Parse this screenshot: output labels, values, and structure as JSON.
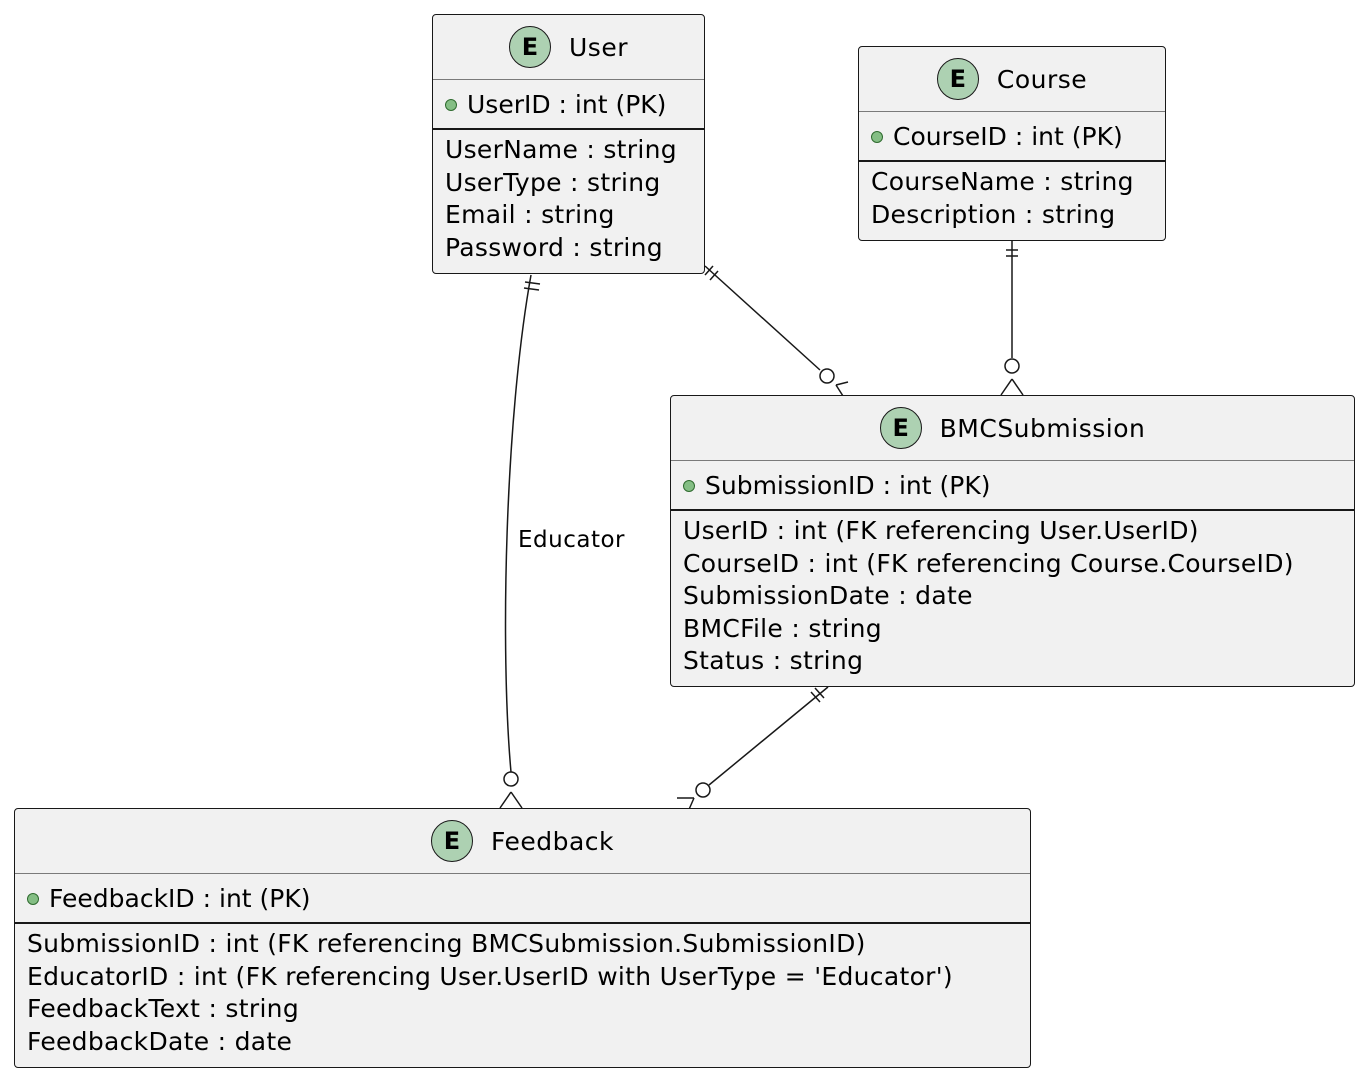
{
  "entities": {
    "user": {
      "badge": "E",
      "name": "User",
      "pk": "UserID : int (PK)",
      "fields": [
        "UserName : string",
        "UserType : string",
        "Email : string",
        "Password : string"
      ]
    },
    "course": {
      "badge": "E",
      "name": "Course",
      "pk": "CourseID : int (PK)",
      "fields": [
        "CourseName : string",
        "Description : string"
      ]
    },
    "bmc": {
      "badge": "E",
      "name": "BMCSubmission",
      "pk": "SubmissionID : int (PK)",
      "fields": [
        "UserID : int (FK referencing User.UserID)",
        "CourseID : int (FK referencing Course.CourseID)",
        "SubmissionDate : date",
        "BMCFile : string",
        "Status : string"
      ]
    },
    "feedback": {
      "badge": "E",
      "name": "Feedback",
      "pk": "FeedbackID : int (PK)",
      "fields": [
        "SubmissionID : int (FK referencing BMCSubmission.SubmissionID)",
        "EducatorID : int (FK referencing User.UserID with UserType = 'Educator')",
        "FeedbackText : string",
        "FeedbackDate : date"
      ]
    }
  },
  "relationships": [
    {
      "from": "User",
      "to": "BMCSubmission",
      "from_card": "exactly-one",
      "to_card": "zero-or-many",
      "label": ""
    },
    {
      "from": "Course",
      "to": "BMCSubmission",
      "from_card": "exactly-one",
      "to_card": "zero-or-many",
      "label": ""
    },
    {
      "from": "User",
      "to": "Feedback",
      "from_card": "exactly-one",
      "to_card": "zero-or-many",
      "label": "Educator"
    },
    {
      "from": "BMCSubmission",
      "to": "Feedback",
      "from_card": "exactly-one",
      "to_card": "zero-or-many",
      "label": ""
    }
  ],
  "colors": {
    "entity_fill": "#f1f1f1",
    "border": "#181818",
    "badge_fill": "#add1b2",
    "pk_dot": "#84be84"
  }
}
